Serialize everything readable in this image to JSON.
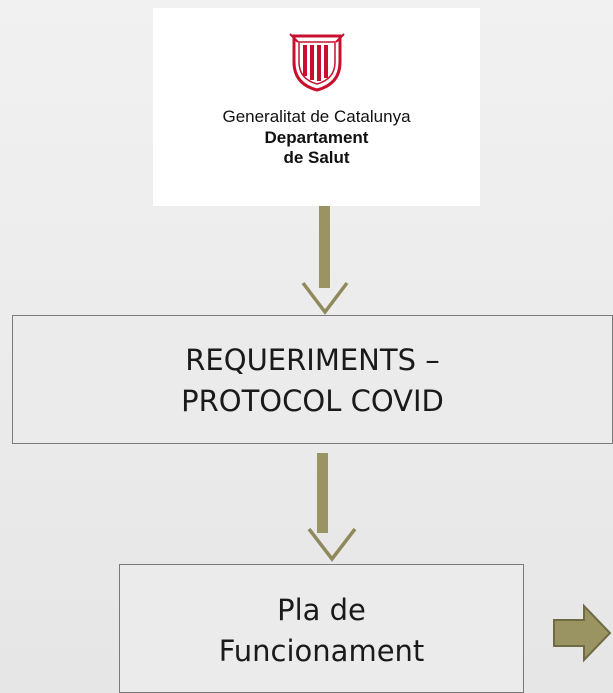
{
  "logo": {
    "line1": "Generalitat de Catalunya",
    "line2": "Departament",
    "line3": "de Salut"
  },
  "boxes": [
    {
      "line1": "REQUERIMENTS –",
      "line2": "PROTOCOL COVID"
    },
    {
      "line1": "Pla de",
      "line2": "Funcionament"
    }
  ],
  "colors": {
    "arrow_fill": "#9a9463",
    "arrow_stroke": "#8f8a5c",
    "seal_red": "#c8102e",
    "box_border": "#7a7a7a"
  },
  "icons": [
    "catalonia-seal-icon",
    "down-arrow-icon",
    "right-arrow-icon"
  ]
}
